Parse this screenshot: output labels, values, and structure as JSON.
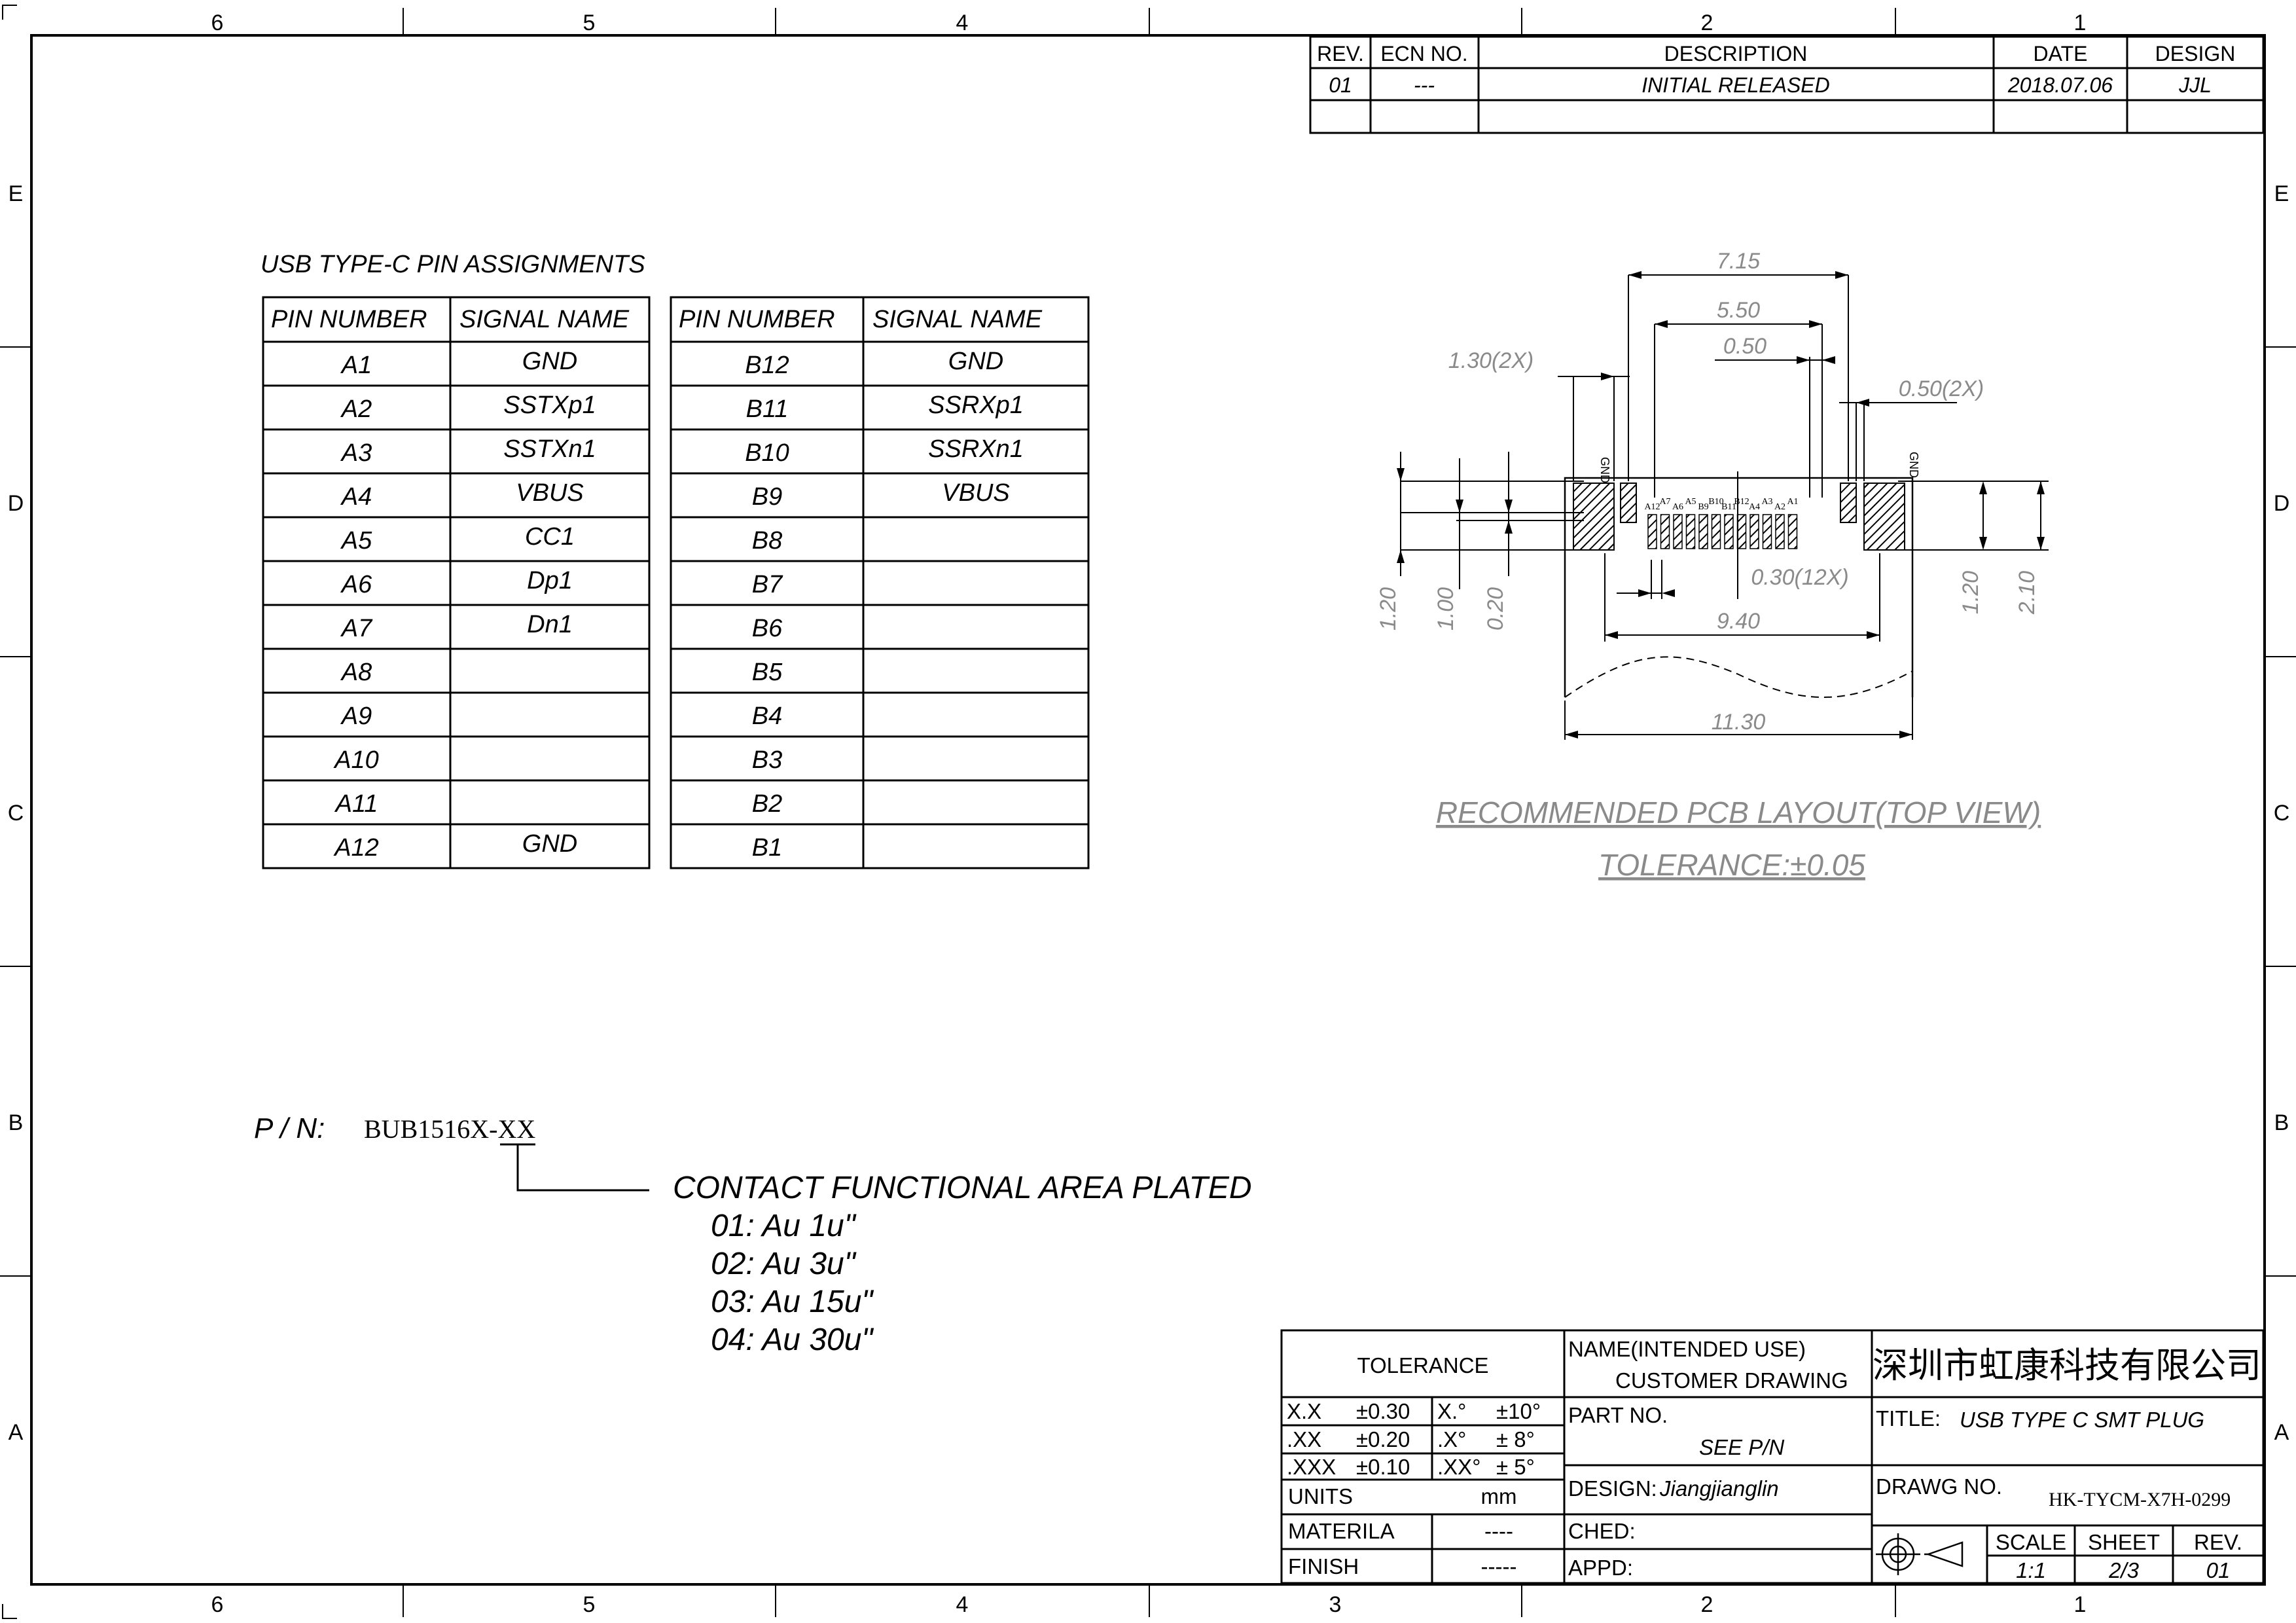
{
  "zones": {
    "columns": [
      "6",
      "5",
      "4",
      "3",
      "2",
      "1"
    ],
    "rows": [
      "E",
      "D",
      "C",
      "B",
      "A"
    ]
  },
  "revision_block": {
    "headers": [
      "REV.",
      "ECN NO.",
      "DESCRIPTION",
      "DATE",
      "DESIGN"
    ],
    "rows": [
      [
        "01",
        "---",
        "INITIAL RELEASED",
        "2018.07.06",
        "JJL"
      ],
      [
        "",
        "",
        "",
        "",
        ""
      ]
    ]
  },
  "pin_assignments": {
    "title": "USB TYPE-C PIN ASSIGNMENTS",
    "headers": [
      "PIN NUMBER",
      "SIGNAL NAME"
    ],
    "table_a": [
      [
        "A1",
        "GND"
      ],
      [
        "A2",
        "SSTXp1"
      ],
      [
        "A3",
        "SSTXn1"
      ],
      [
        "A4",
        "VBUS"
      ],
      [
        "A5",
        "CC1"
      ],
      [
        "A6",
        "Dp1"
      ],
      [
        "A7",
        "Dn1"
      ],
      [
        "A8",
        ""
      ],
      [
        "A9",
        ""
      ],
      [
        "A10",
        ""
      ],
      [
        "A11",
        ""
      ],
      [
        "A12",
        "GND"
      ]
    ],
    "table_b": [
      [
        "B12",
        "GND"
      ],
      [
        "B11",
        "SSRXp1"
      ],
      [
        "B10",
        "SSRXn1"
      ],
      [
        "B9",
        "VBUS"
      ],
      [
        "B8",
        ""
      ],
      [
        "B7",
        ""
      ],
      [
        "B6",
        ""
      ],
      [
        "B5",
        ""
      ],
      [
        "B4",
        ""
      ],
      [
        "B3",
        ""
      ],
      [
        "B2",
        ""
      ],
      [
        "B1",
        ""
      ]
    ]
  },
  "layout": {
    "caption": "RECOMMENDED PCB LAYOUT(TOP VIEW)",
    "tolerance": "TOLERANCE:±0.05",
    "dimensions": {
      "d715": "7.15",
      "d550": "5.50",
      "d050": "0.50",
      "d130x2": "1.30(2X)",
      "d050x2": "0.50(2X)",
      "d030x12": "0.30(12X)",
      "d940": "9.40",
      "d1130": "11.30",
      "d120l": "1.20",
      "d100": "1.00",
      "d020": "0.20",
      "d120r": "1.20",
      "d210": "2.10"
    },
    "gnd_label": "GND",
    "pad_labels": [
      "A12",
      "A7",
      "A6",
      "A5",
      "B9",
      "B10",
      "B11",
      "B12",
      "A4",
      "A3",
      "A2",
      "A1"
    ]
  },
  "part_number": {
    "label": "P / N:",
    "value": "BUB1516X-XX",
    "callout_title": "CONTACT FUNCTIONAL AREA PLATED",
    "options": [
      "01: Au 1u\"",
      "02: Au 3u\"",
      "03: Au 15u\"",
      "04: Au 30u\""
    ]
  },
  "title_block": {
    "tolerance_label": "TOLERANCE",
    "tol_rows": [
      [
        "X.X",
        "±0.30",
        "X.°",
        "±10°"
      ],
      [
        ".XX",
        "±0.20",
        ".X°",
        "± 8°"
      ],
      [
        ".XXX",
        "±0.10",
        ".XX°",
        "± 5°"
      ]
    ],
    "units_label": "UNITS",
    "units_value": "mm",
    "material_label": "MATERILA",
    "material_value": "----",
    "finish_label": "FINISH",
    "finish_value": "-----",
    "name_label": "NAME(INTENDED USE)",
    "name_value": "CUSTOMER DRAWING",
    "part_no_label": "PART NO.",
    "part_no_value": "SEE P/N",
    "design_label": "DESIGN:",
    "design_value": "Jiangjianglin",
    "ched_label": "CHED:",
    "appd_label": "APPD:",
    "company": "深圳市虹康科技有限公司",
    "title_label": "TITLE:",
    "title_value": "USB TYPE C SMT PLUG",
    "drawing_no_label": "DRAWG NO.",
    "drawing_no_value": "HK-TYCM-X7H-0299",
    "scale_label": "SCALE",
    "scale_value": "1:1",
    "sheet_label": "SHEET",
    "sheet_value": "2/3",
    "rev_label": "REV.",
    "rev_value": "01"
  }
}
